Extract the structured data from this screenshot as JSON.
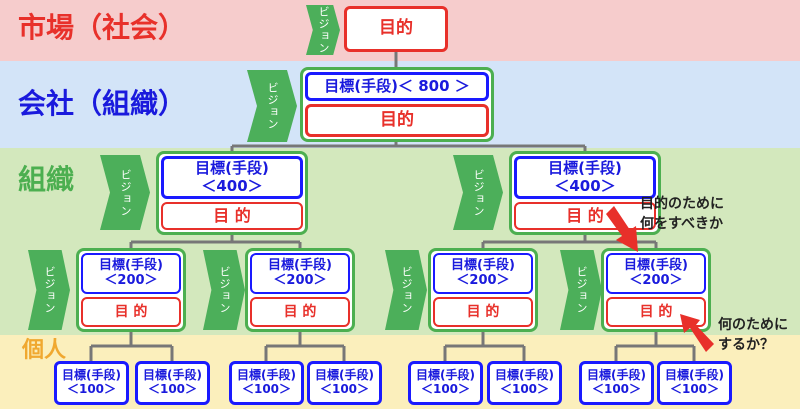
{
  "rows": {
    "market": "市場（社会）",
    "company": "会社（組織）",
    "org": "組織",
    "individual": "個人"
  },
  "vision": "ビジョン",
  "purpose": "目的",
  "purpose_spaced": "目 的",
  "goal": "目標(手段)",
  "company_goal": "目標(手段)＜ 800 ＞",
  "values": {
    "org": "＜400＞",
    "team": "＜200＞",
    "individual": "＜100＞"
  },
  "notes": {
    "top": [
      "目的のために",
      "何をすべきか"
    ],
    "bottom": [
      "何のために",
      "するか？"
    ]
  },
  "colors": {
    "market_band": "#f6cccc",
    "company_band": "#d3e4f8",
    "org_band": "#d3e8bd",
    "individual_band": "#fbefbc",
    "green": "#4caf50",
    "blue": "#1a1aff",
    "red": "#e8302a"
  }
}
